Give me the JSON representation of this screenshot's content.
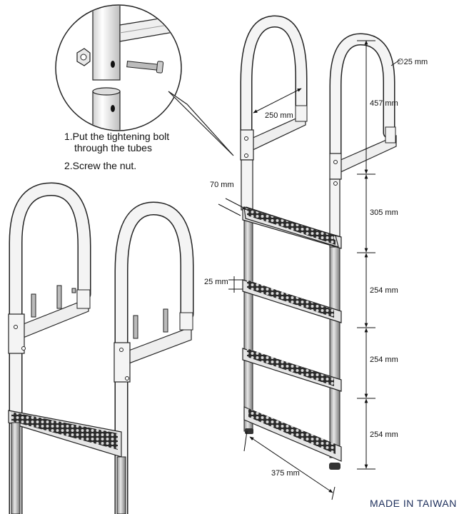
{
  "instructions": {
    "step1_line1": "1.Put the tightening bolt",
    "step1_line2": "through the tubes",
    "step2": "2.Screw the nut."
  },
  "dimensions": {
    "tube_diameter": "∅25 mm",
    "rail_width": "250 mm",
    "handrail_height": "457 mm",
    "step_depth": "70 mm",
    "top_gap": "305 mm",
    "step_thickness": "25 mm",
    "step_spacing_1": "254 mm",
    "step_spacing_2": "254 mm",
    "step_spacing_3": "254 mm",
    "ladder_width": "375 mm"
  },
  "footer": "MADE IN TAIWAN",
  "colors": {
    "line": "#222222",
    "tube": "#f4f4f4",
    "shade": "#bdbdbd",
    "tread": "#3a3a3a",
    "footer": "#1b2d5a"
  }
}
